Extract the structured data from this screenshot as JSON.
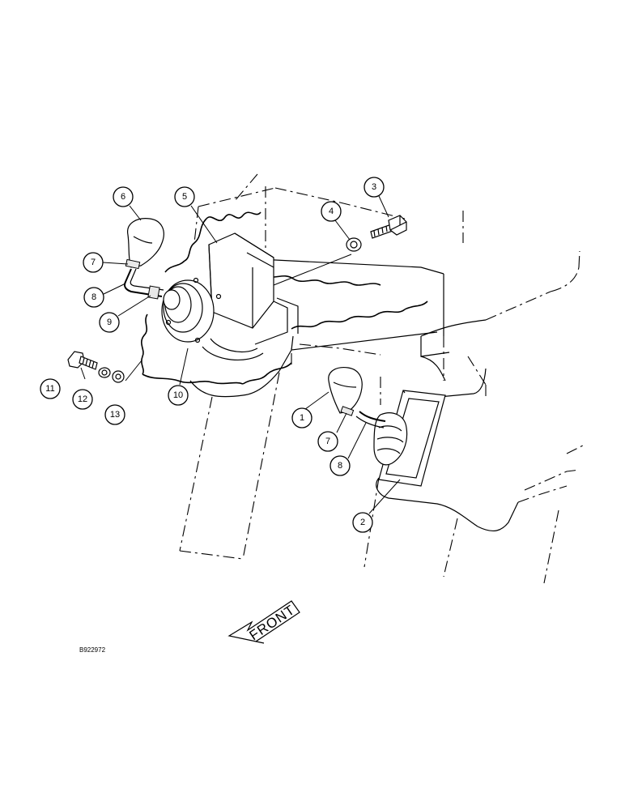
{
  "diagram": {
    "reference_code": "B922972",
    "direction_label": "FRONT",
    "callouts": [
      {
        "id": "c1",
        "label": "1"
      },
      {
        "id": "c2",
        "label": "2"
      },
      {
        "id": "c3",
        "label": "3"
      },
      {
        "id": "c4",
        "label": "4"
      },
      {
        "id": "c5",
        "label": "5"
      },
      {
        "id": "c6",
        "label": "6"
      },
      {
        "id": "c7a",
        "label": "7"
      },
      {
        "id": "c7b",
        "label": "7"
      },
      {
        "id": "c8a",
        "label": "8"
      },
      {
        "id": "c8b",
        "label": "8"
      },
      {
        "id": "c9",
        "label": "9"
      },
      {
        "id": "c10",
        "label": "10"
      },
      {
        "id": "c11",
        "label": "11"
      },
      {
        "id": "c12",
        "label": "12"
      },
      {
        "id": "c13",
        "label": "13"
      }
    ]
  }
}
